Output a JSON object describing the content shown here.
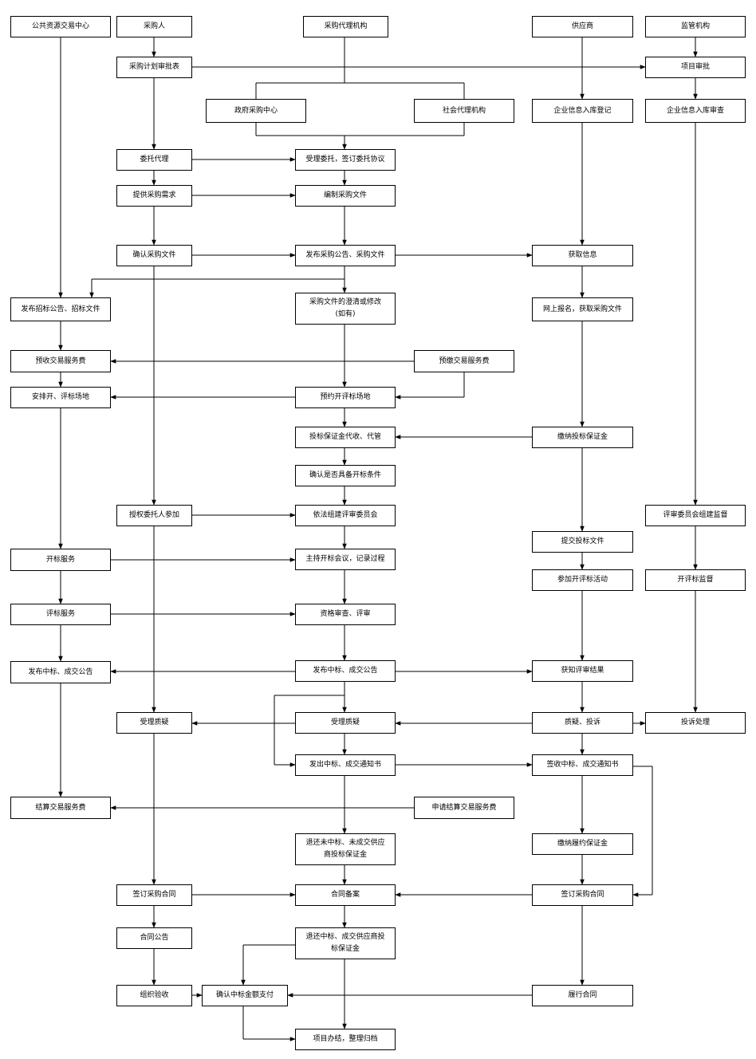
{
  "nodes": {
    "ggzy": "公共资源交易中心",
    "cgr": "采购人",
    "dljg": "采购代理机构",
    "gys": "供应商",
    "jgjg": "监管机构",
    "jhsp": "采购计划审批表",
    "xmsp": "项目审批",
    "zfcg": "政府采购中心",
    "shdl": "社会代理机构",
    "qydj": "企业信息入库登记",
    "qysc": "企业信息入库审查",
    "wtdl": "委托代理",
    "slwt": "受理委托，签订委托协议",
    "tgxq": "提供采购需求",
    "bzwj": "编制采购文件",
    "qrwj": "确认采购文件",
    "fbgg": "发布采购公告、采购文件",
    "hqxx": "获取信息",
    "zbgg": "发布招标公告、招标文件",
    "cqxg": "采购文件的澄清或修改\n(如有)",
    "wsbm": "网上报名，获取采购文件",
    "ysfy": "预收交易服务费",
    "yjfy": "预缴交易服务费",
    "apcd": "安排开、评标场地",
    "yycd": "预约开评标场地",
    "bzj_dg": "投标保证金代收、代管",
    "jnbzj": "缴纳投标保证金",
    "qrtj": "确认是否具备开标条件",
    "sqwt": "授权委托人参加",
    "zjpw": "依法组建评审委员会",
    "pwjd": "评审委员会组建监督",
    "tjwj": "提交投标文件",
    "kbfw": "开标服务",
    "zckh": "主持开标会议，记录过程",
    "cjhd": "参加开评标活动",
    "kpjd": "开评标监督",
    "pbfw": "评标服务",
    "zgsc": "资格审查、评审",
    "zbgg2": "发布中标、成交公告",
    "fbzb": "发布中标、成交公告",
    "hzjg": "获知评审结果",
    "slzy_l": "受理质疑",
    "slzy_m": "受理质疑",
    "zyts": "质疑、投诉",
    "tscl": "投诉处理",
    "fctz": "发出中标、成交通知书",
    "qstz": "签收中标、成交通知书",
    "jsfy": "结算交易服务费",
    "sqjs": "申请结算交易服务费",
    "thwzb": "退还未中标、未成交供应\n商投标保证金",
    "lybzj": "缴纳履约保证金",
    "qdht_l": "签订采购合同",
    "htba": "合同备案",
    "qdht_r": "签订采购合同",
    "htgg": "合同公告",
    "thzb": "退还中标、成交供应商投\n标保证金",
    "zzys": "组织验收",
    "qrzf": "确认中标金额支付",
    "lxht": "履行合同",
    "xmbj": "项目办结，整理归档"
  }
}
